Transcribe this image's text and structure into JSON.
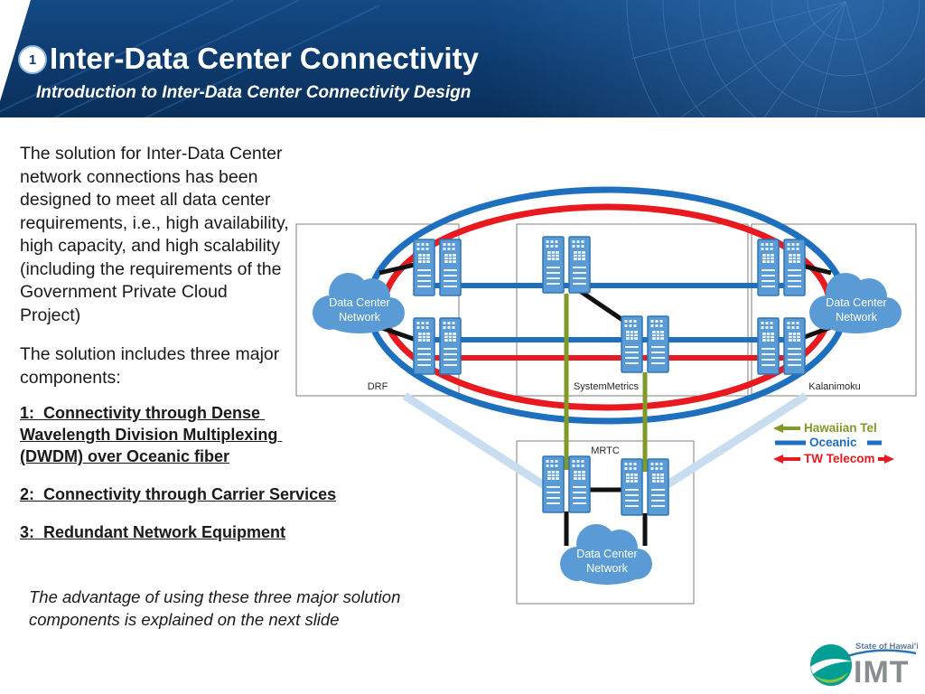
{
  "slide": {
    "badge": "1",
    "title": "Inter-Data Center Connectivity",
    "subtitle": "Introduction to Inter-Data Center Connectivity Design"
  },
  "body": {
    "paragraph": "The solution for Inter-Data Center network connections has been designed to meet all data center requirements, i.e., high availability, high capacity, and high scalability (including the requirements of the Government Private Cloud Project)",
    "intro": "The solution includes three major components:",
    "component1": "1:  Connectivity through Dense Wavelength Division Multiplexing (DWDM) over Oceanic fiber",
    "component2": "2:  Connectivity through Carrier Services",
    "component3": "3:  Redundant Network Equipment",
    "note": "The advantage of using these three major solution components is explained on the next slide"
  },
  "diagram": {
    "sites": {
      "left": "DRF",
      "center": "SystemMetrics",
      "right": "Kalanimoku",
      "bottom": "MRTC"
    },
    "cloud_line1": "Data Center",
    "cloud_line2": "Network",
    "legend": [
      {
        "label": "Hawaiian Tel",
        "color": "#7f9a27"
      },
      {
        "label": "Oceanic",
        "color": "#1f6fbf"
      },
      {
        "label": "TW Telecom",
        "color": "#e8191f"
      }
    ]
  },
  "footer": {
    "logo_top": "State of Hawai'i",
    "logo_text": "IMT"
  }
}
